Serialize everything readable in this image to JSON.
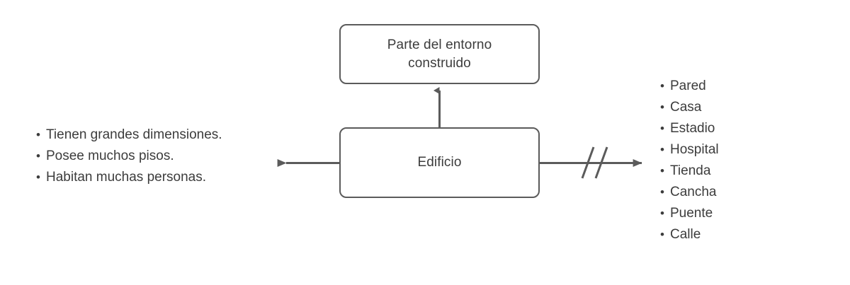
{
  "diagram": {
    "title_node": {
      "label": "Parte del entorno\nconstruido"
    },
    "main_node": {
      "label": "Edificio"
    },
    "characteristics": {
      "items": [
        "Tienen grandes dimensiones.",
        "Posee muchos pisos.",
        "Habitan muchas personas."
      ],
      "bullet": "•"
    },
    "examples": {
      "items": [
        "Pared",
        "Casa",
        "Estadio",
        "Hospital",
        "Tienda",
        "Cancha",
        "Puente",
        "Calle"
      ],
      "bullet": "•"
    },
    "connectors": {
      "up_arrow": "arrow-up",
      "left_arrow": "arrow-left",
      "right_arrow": "arrow-right",
      "break_marks": "double-slash-break"
    },
    "colors": {
      "stroke": "#5b5b5b",
      "text": "#3c3c3c",
      "background": "#ffffff"
    }
  }
}
